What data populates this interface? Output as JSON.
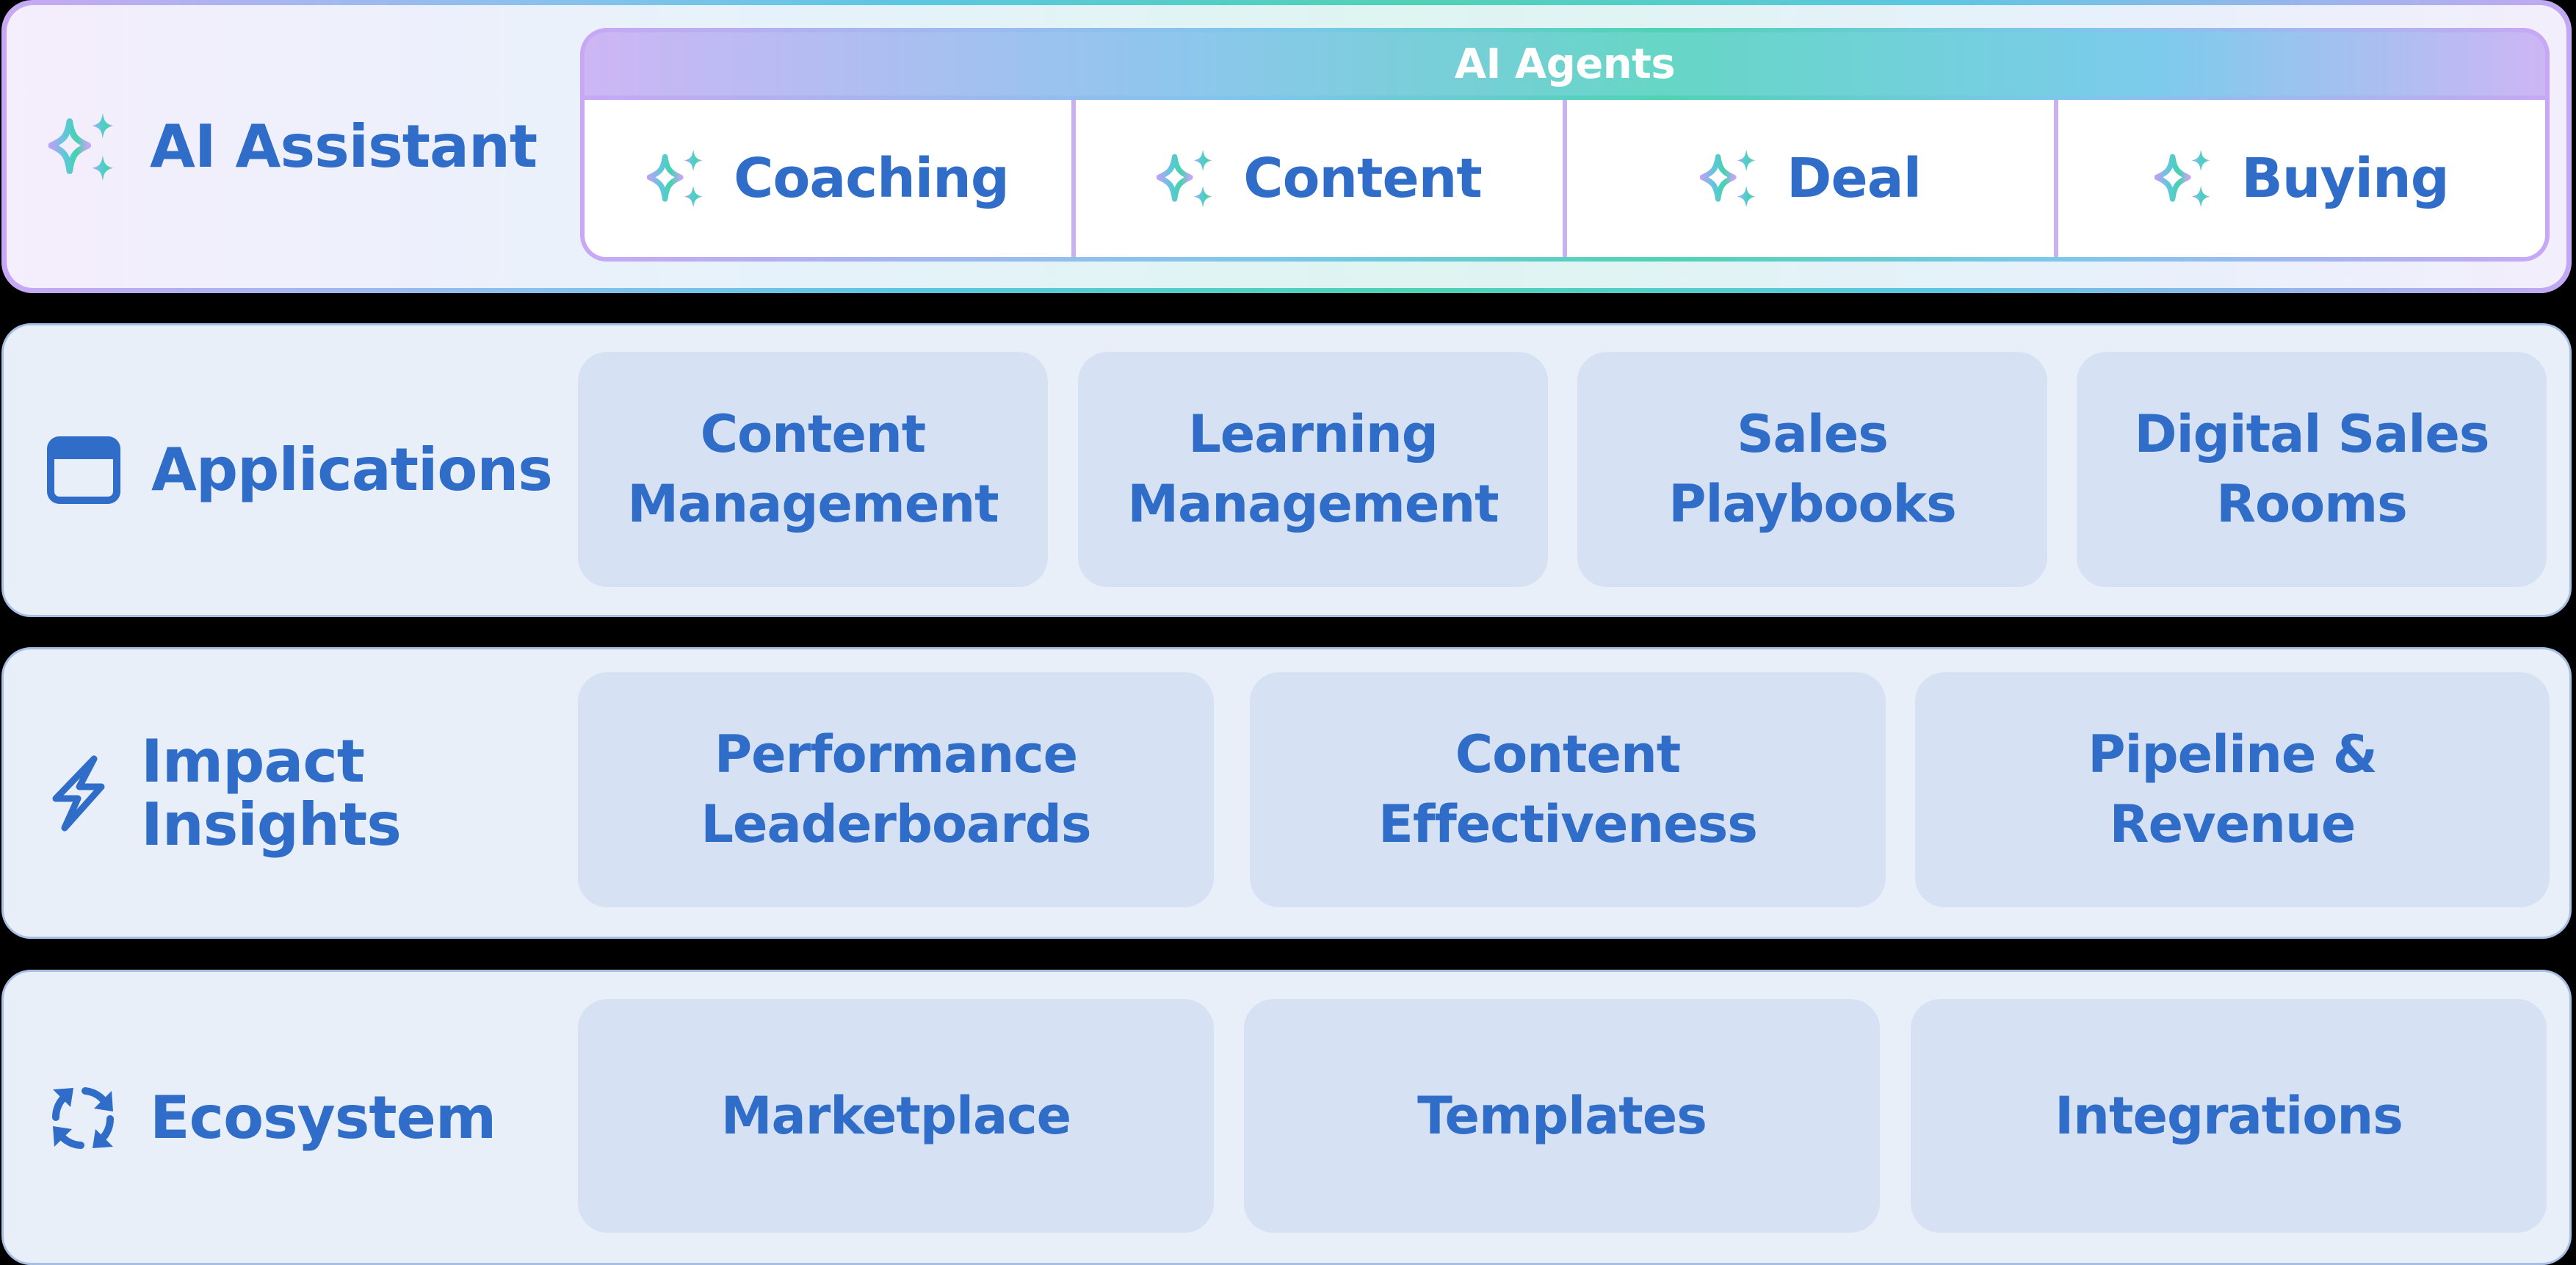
{
  "ai_assistant": {
    "title": "AI Assistant",
    "icon": "sparkles-icon",
    "agents_header": "AI Agents",
    "agents": [
      {
        "label": "Coaching",
        "icon": "sparkles-icon"
      },
      {
        "label": "Content",
        "icon": "sparkles-icon"
      },
      {
        "label": "Deal",
        "icon": "sparkles-icon"
      },
      {
        "label": "Buying",
        "icon": "sparkles-icon"
      }
    ]
  },
  "applications": {
    "title": "Applications",
    "icon": "app-window-icon",
    "items": [
      {
        "line1": "Content",
        "line2": "Management"
      },
      {
        "line1": "Learning",
        "line2": "Management"
      },
      {
        "line1": "Sales",
        "line2": "Playbooks"
      },
      {
        "line1": "Digital Sales",
        "line2": "Rooms"
      }
    ]
  },
  "impact_insights": {
    "title_line1": "Impact",
    "title_line2": "Insights",
    "icon": "lightning-bolt-icon",
    "items": [
      {
        "line1": "Performance",
        "line2": "Leaderboards"
      },
      {
        "line1": "Content",
        "line2": "Effectiveness"
      },
      {
        "line1": "Pipeline &",
        "line2": "Revenue"
      }
    ]
  },
  "ecosystem": {
    "title": "Ecosystem",
    "icon": "refresh-cycle-icon",
    "items": [
      {
        "label": "Marketplace"
      },
      {
        "label": "Templates"
      },
      {
        "label": "Integrations"
      }
    ]
  },
  "colors": {
    "text_primary": "#2f6dc8",
    "row_bg": "#e8eff9",
    "card_bg": "#d6e2f4",
    "row_border": "#a7bfe3",
    "ai_purple": "#c8a8f4",
    "ai_teal": "#4fd3b4",
    "ai_blue": "#5cc7e2"
  }
}
